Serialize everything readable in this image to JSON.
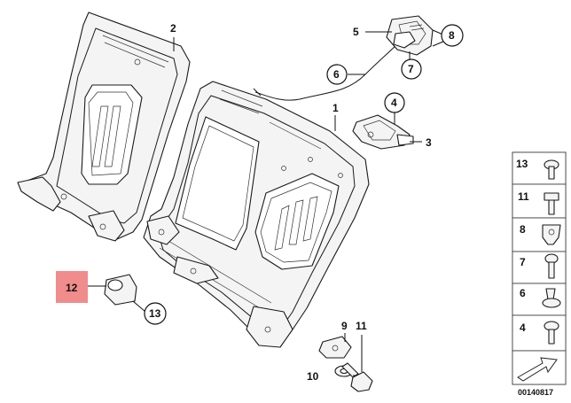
{
  "diagram": {
    "document_number": "00140817",
    "highlight_color": "#f08c8c",
    "callouts": [
      {
        "id": "c1",
        "label": "1"
      },
      {
        "id": "c2",
        "label": "2"
      },
      {
        "id": "c3",
        "label": "3"
      },
      {
        "id": "c4",
        "label": "4"
      },
      {
        "id": "c5",
        "label": "5"
      },
      {
        "id": "c6",
        "label": "6"
      },
      {
        "id": "c7",
        "label": "7"
      },
      {
        "id": "c8",
        "label": "8"
      },
      {
        "id": "c9",
        "label": "9"
      },
      {
        "id": "c10",
        "label": "10"
      },
      {
        "id": "c11",
        "label": "11"
      },
      {
        "id": "c12",
        "label": "12"
      },
      {
        "id": "c13",
        "label": "13"
      }
    ],
    "legend": [
      {
        "label": "13",
        "icon": "torx-bolt-icon"
      },
      {
        "label": "11",
        "icon": "hex-bolt-icon"
      },
      {
        "label": "8",
        "icon": "clip-nut-icon"
      },
      {
        "label": "7",
        "icon": "screw-icon"
      },
      {
        "label": "6",
        "icon": "expanding-rivet-icon"
      },
      {
        "label": "4",
        "icon": "flat-screw-icon"
      }
    ]
  }
}
